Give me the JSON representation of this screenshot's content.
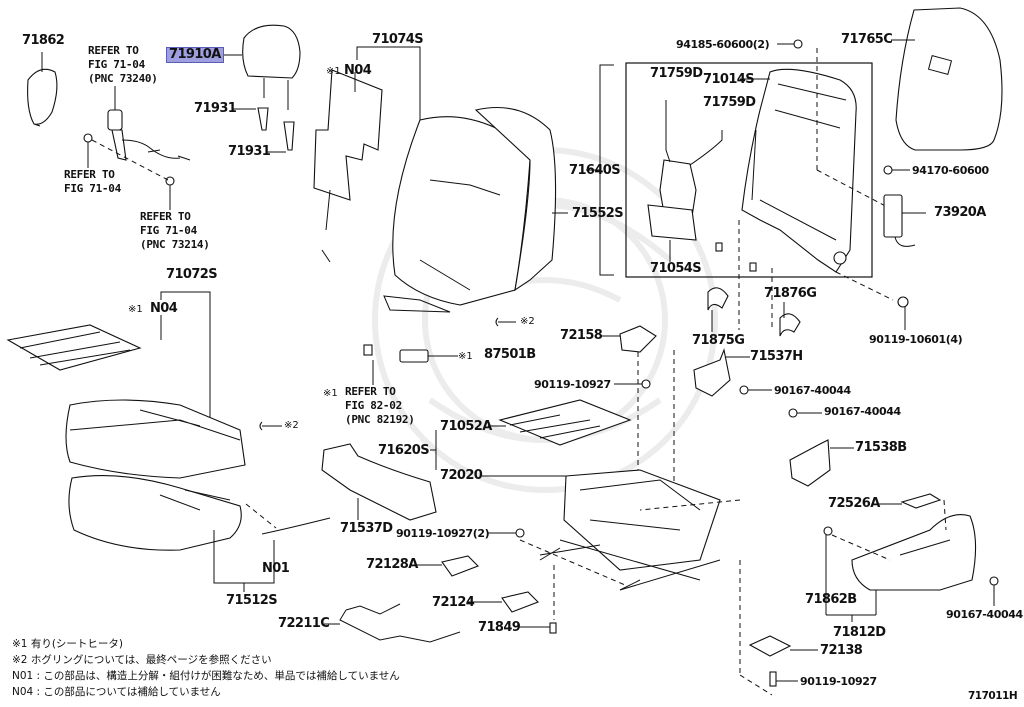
{
  "figure_id": "717011H",
  "highlighted_part": "71910A",
  "colors": {
    "highlight_bg": "#9f9fe0",
    "highlight_border": "#5b5bb8",
    "line": "#111111"
  },
  "labels": {
    "p71862": "71862",
    "p71910A": "71910A",
    "p71931a": "71931",
    "p71931b": "71931",
    "p71074S": "71074S",
    "p71072S": "71072S",
    "p71640S": "71640S",
    "p71552S": "71552S",
    "p94185": "94185-60600(2)",
    "p71765C": "71765C",
    "p71759Da": "71759D",
    "p71759Db": "71759D",
    "p71014S": "71014S",
    "p71054S": "71054S",
    "p94170": "94170-60600",
    "p73920A": "73920A",
    "p71876G": "71876G",
    "p71875G": "71875G",
    "p90119_10601": "90119-10601(4)",
    "p71537H": "71537H",
    "p90167a": "90167-40044",
    "p90167b": "90167-40044",
    "p71538B": "71538B",
    "p72158": "72158",
    "p87501B": "87501B",
    "p90119_10927a": "90119-10927",
    "p71052A": "71052A",
    "p71620S": "71620S",
    "p72020": "72020",
    "p71537D": "71537D",
    "p90119_10927b": "90119-10927(2)",
    "p72128A": "72128A",
    "p72124": "72124",
    "p72211C": "72211C",
    "p71849": "71849",
    "p72526A": "72526A",
    "p71862B": "71862B",
    "p71812D": "71812D",
    "p72138": "72138",
    "p90167c": "90167-40044",
    "p90119_10927c": "90119-10927",
    "p71512S": "71512S",
    "N01": "N01",
    "N04a": "N04",
    "N04b": "N04"
  },
  "refs": {
    "r1": {
      "line1": "REFER TO",
      "line2": "FIG 71-04",
      "line3": "(PNC 73240)"
    },
    "r2": {
      "line1": "REFER TO",
      "line2": "FIG 71-04"
    },
    "r3": {
      "line1": "REFER TO",
      "line2": "FIG 71-04",
      "line3": "(PNC 73214)"
    },
    "r4": {
      "line1": "REFER TO",
      "line2": "FIG 82-02",
      "line3": "(PNC 82192)"
    }
  },
  "marks": {
    "m1": "※1",
    "m2": "※2"
  },
  "notes": [
    "※1 有り(シートヒータ)",
    "※2  ホグリングについては、最終ページを参照ください",
    "N01 : この部品は、構造上分解・組付けが困難なため、単品では補給していません",
    "N04 : この部品については補給していません"
  ]
}
